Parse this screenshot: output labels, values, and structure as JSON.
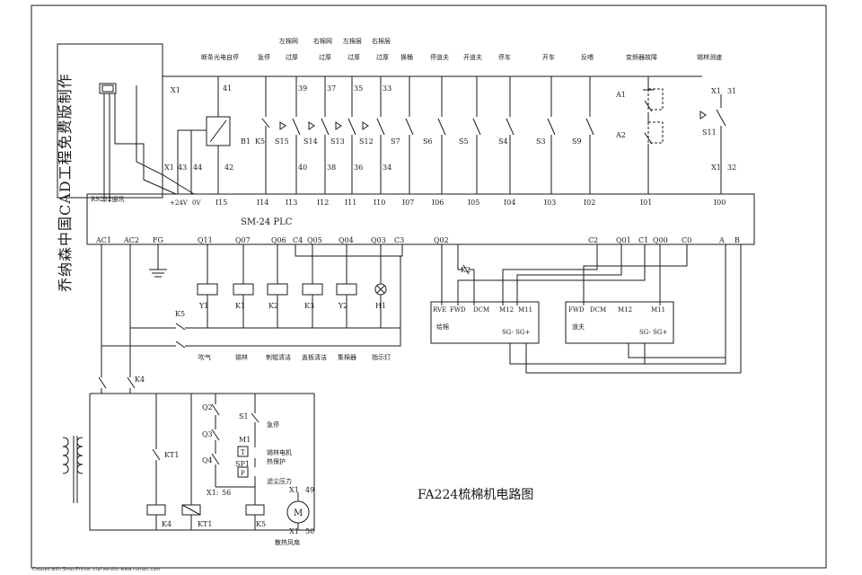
{
  "title": "FA224梳棉机电路图",
  "plc_name": "SM-24 PLC",
  "side_text": "乔纳森中国CAD工程免费版制作",
  "rs232": "RS232通讯",
  "footer": "Created with SmartPrinter trial version www.t-smart.com",
  "power_labels": [
    "+24V",
    "0V"
  ],
  "input_terminals": [
    "I15",
    "I14",
    "I13",
    "I12",
    "I11",
    "I10",
    "I07",
    "I06",
    "I05",
    "I04",
    "I03",
    "I02",
    "I01",
    "I00"
  ],
  "output_terminals": [
    "AC1",
    "AC2",
    "FG",
    "Q11",
    "Q07",
    "Q06",
    "C4",
    "Q05",
    "Q04",
    "Q03",
    "C3",
    "Q02",
    "C2",
    "Q01",
    "C1",
    "Q00",
    "C0",
    "A",
    "B"
  ],
  "input_descriptions": [
    "断条光电自停",
    "急停",
    "左棉网过厚",
    "右棉网过厚",
    "左棉层过厚",
    "右棉层过厚",
    "换桶",
    "停道夫",
    "开道夫",
    "停车",
    "开车",
    "反喂",
    "变频器故障",
    "锡林测速"
  ],
  "wire_numbers": [
    "41",
    "39",
    "37",
    "35",
    "33",
    "42",
    "40",
    "38",
    "36",
    "34",
    "31",
    "32",
    "43",
    "44",
    "49",
    "50",
    "56"
  ],
  "terminal_x": [
    "X1",
    "X1",
    "X1",
    "X1",
    "X1",
    "X1",
    "X1",
    "X1:"
  ],
  "switches": [
    "B1",
    "K5",
    "S15",
    "S14",
    "S13",
    "S12",
    "S7",
    "S6",
    "S5",
    "S4",
    "S3",
    "S9",
    "S11",
    "A1",
    "A2"
  ],
  "coils": [
    "Y1",
    "K1",
    "K2",
    "K3",
    "Y2",
    "H1"
  ],
  "coil_descriptions": [
    "吹气",
    "锡林",
    "刺辊清洁",
    "盖板清洁",
    "集棉器",
    "指示灯"
  ],
  "relay_contacts": [
    "K5",
    "K2",
    "K4",
    "Q2",
    "Q3",
    "Q4",
    "KT1"
  ],
  "bottom_coils": [
    "K4",
    "KT1",
    "K5"
  ],
  "motor_symbol": "M",
  "motor_label": "散热风扇",
  "safety_labels": [
    "S1",
    "急停",
    "M1",
    "锡林电机",
    "热保护",
    "T",
    "SP1",
    "P",
    "滤尘压力"
  ],
  "inverter1": {
    "terminals": [
      "RVE",
      "FWD",
      "DCM",
      "M12",
      "M11"
    ],
    "name": "给棉",
    "sg": "SG- SG+"
  },
  "inverter2": {
    "terminals": [
      "FWD",
      "DCM",
      "M12",
      "M11"
    ],
    "name": "道夫",
    "sg": "SG- SG+"
  }
}
